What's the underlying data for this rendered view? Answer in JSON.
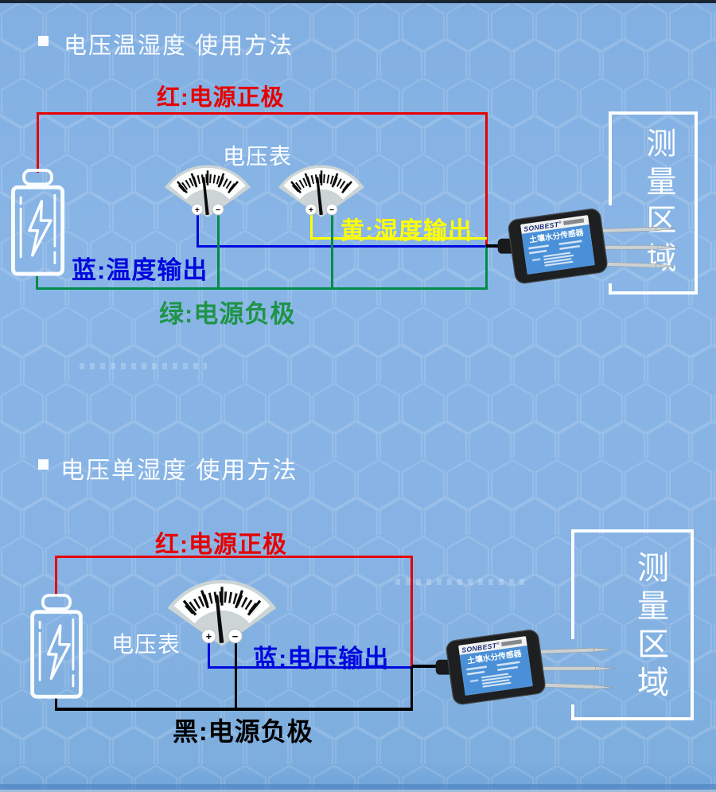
{
  "section1": {
    "title": "电压温湿度 使用方法",
    "voltmeter_label": "电压表",
    "wire_red": "红:电源正极",
    "wire_blue": "蓝:温度输出",
    "wire_yellow": "黄:湿度输出",
    "wire_green": "绿:电源负极",
    "measure_area": "测量区域"
  },
  "section2": {
    "title": "电压单湿度 使用方法",
    "voltmeter_label": "电压表",
    "wire_red": "红:电源正极",
    "wire_blue": "蓝:电压输出",
    "wire_black": "黑:电源负极",
    "measure_area": "测量区域"
  },
  "sensor": {
    "brand": "SONBEST",
    "reg": "®",
    "name": "土壤水分传感器"
  },
  "meter": {
    "plus": "+",
    "minus": "−"
  },
  "colors": {
    "background": "#86b3e5",
    "wire_red": "#e60000",
    "wire_blue": "#0008dd",
    "wire_green": "#008c46",
    "wire_yellow": "#ffff00",
    "wire_black": "#000000",
    "sensor_label_blue": "#4a90d8"
  }
}
